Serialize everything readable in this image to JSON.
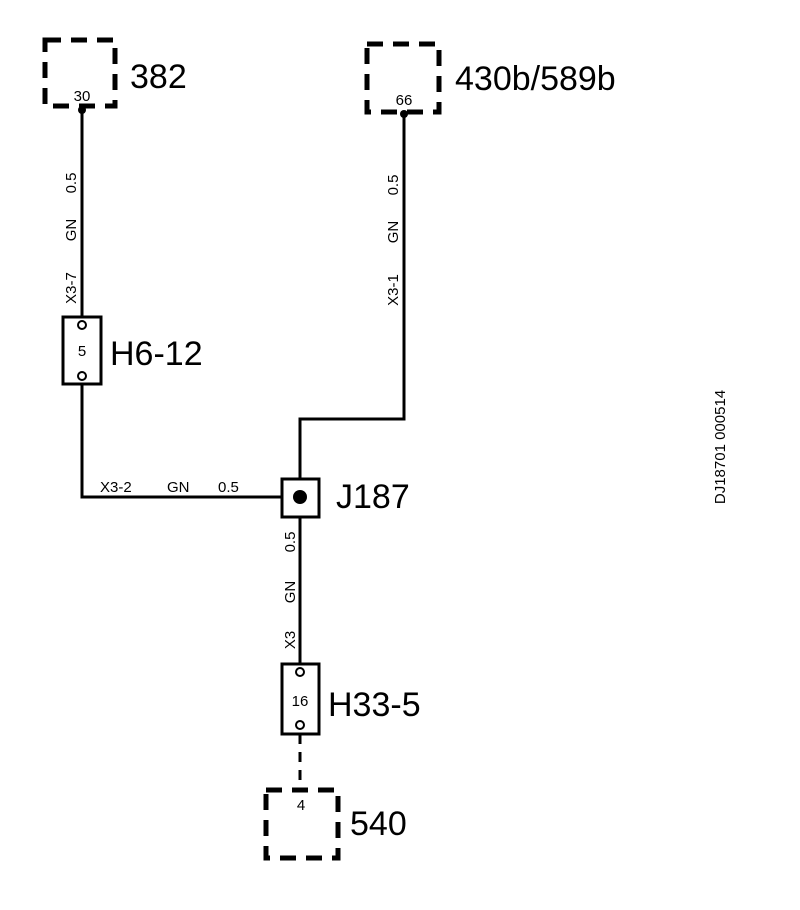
{
  "components": {
    "c382": {
      "label": "382",
      "pin": "30"
    },
    "c430": {
      "label": "430b/589b",
      "pin": "66"
    },
    "h612": {
      "label": "H6-12",
      "pin": "5"
    },
    "j187": {
      "label": "J187"
    },
    "h335": {
      "label": "H33-5",
      "pin": "16"
    },
    "c540": {
      "label": "540",
      "pin": "4"
    }
  },
  "wires": {
    "w1": {
      "connector": "X3-7",
      "color": "GN",
      "size": "0.5"
    },
    "w2": {
      "connector": "X3-1",
      "color": "GN",
      "size": "0.5"
    },
    "w3": {
      "connector": "X3-2",
      "color": "GN",
      "size": "0.5"
    },
    "w4": {
      "connector": "X3",
      "color": "GN",
      "size": "0.5"
    }
  },
  "doc_id": "DJ18701 000514"
}
